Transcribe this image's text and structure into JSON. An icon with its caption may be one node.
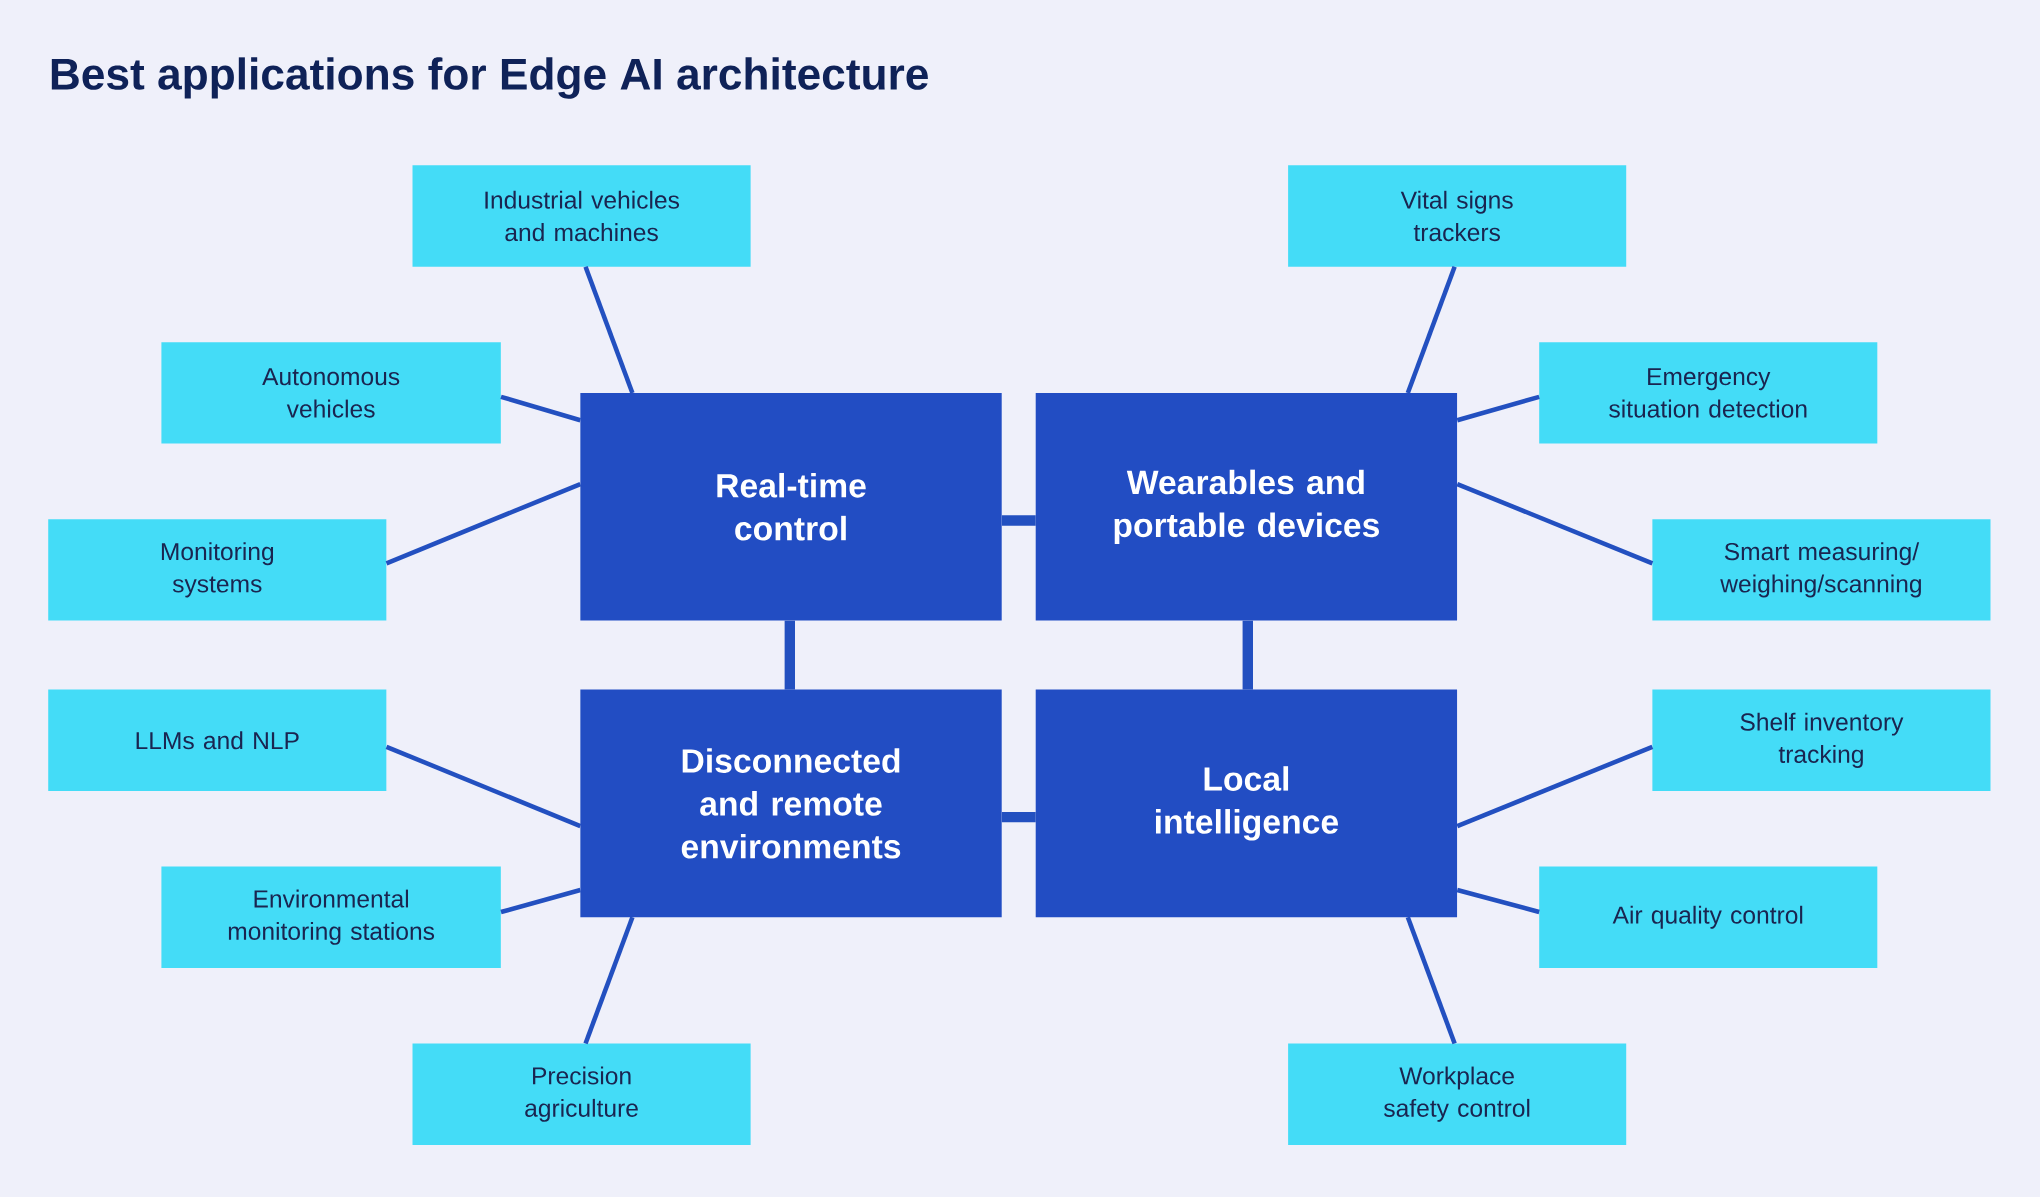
{
  "diagram": {
    "title": "Best applications for Edge AI architecture",
    "nodes": [
      {
        "text": [
          "Real-time control"
        ]
      },
      {
        "text": [
          "Wearables and portable devices"
        ]
      },
      {
        "text": [
          "Disconnected and remote environments"
        ]
      },
      {
        "text": [
          "Local intelligence"
        ]
      },
      {
        "text": [
          "Industrial vehicles and machines"
        ]
      },
      {
        "text": [
          "Vital signs trackers"
        ]
      },
      {
        "text": [
          "Autonomous vehicles"
        ]
      },
      {
        "text": [
          "Emergency situation detection"
        ]
      },
      {
        "text": [
          "Monitoring systems"
        ]
      },
      {
        "text": [
          "Smart measuring/ weighing/scanning"
        ]
      },
      {
        "text": [
          "LLMs and NLP"
        ]
      },
      {
        "text": [
          "Shelf inventory tracking"
        ]
      },
      {
        "text": [
          "Environmental monitoring stations"
        ]
      },
      {
        "text": [
          "Air quality control"
        ]
      },
      {
        "text": [
          "Precision agriculture"
        ]
      },
      {
        "text": [
          "Workplace safety control"
        ]
      }
    ],
    "edges": [
      {
        "from": 0,
        "to": 1,
        "arrow": "none",
        "style": "thick"
      },
      {
        "from": 0,
        "to": 2,
        "arrow": "none",
        "style": "thick"
      },
      {
        "from": 1,
        "to": 3,
        "arrow": "none",
        "style": "thick"
      },
      {
        "from": 2,
        "to": 3,
        "arrow": "none",
        "style": "thick"
      },
      {
        "from": 4,
        "to": 0,
        "arrow": "none"
      },
      {
        "from": 6,
        "to": 0,
        "arrow": "none"
      },
      {
        "from": 8,
        "to": 0,
        "arrow": "none"
      },
      {
        "from": 5,
        "to": 1,
        "arrow": "none"
      },
      {
        "from": 7,
        "to": 1,
        "arrow": "none"
      },
      {
        "from": 9,
        "to": 1,
        "arrow": "none"
      },
      {
        "from": 10,
        "to": 2,
        "arrow": "none"
      },
      {
        "from": 12,
        "to": 2,
        "arrow": "none"
      },
      {
        "from": 14,
        "to": 2,
        "arrow": "none"
      },
      {
        "from": 11,
        "to": 3,
        "arrow": "none"
      },
      {
        "from": 13,
        "to": 3,
        "arrow": "none"
      },
      {
        "from": 15,
        "to": 3,
        "arrow": "none"
      }
    ]
  }
}
